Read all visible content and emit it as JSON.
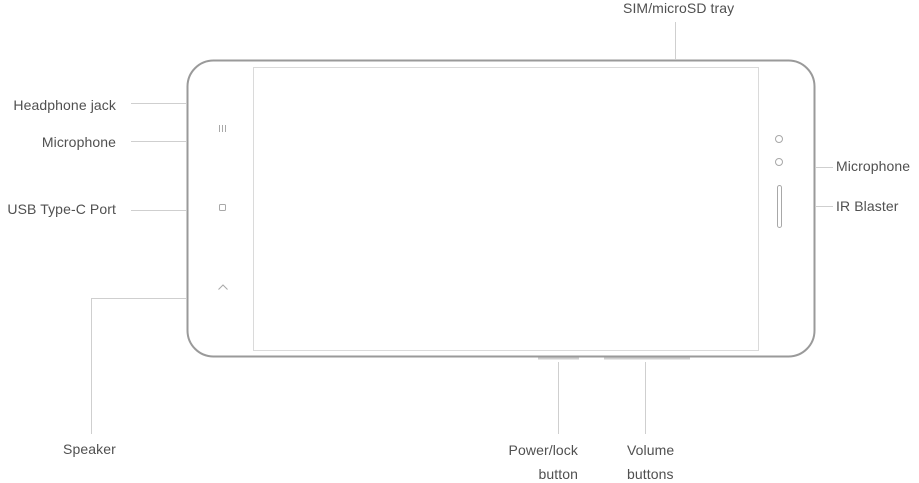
{
  "labels": {
    "sim_tray": "SIM/microSD tray",
    "headphone_jack": "Headphone jack",
    "microphone_left": "Microphone",
    "usb_port": "USB Type-C Port",
    "speaker": "Speaker",
    "microphone_right": "Microphone",
    "ir_blaster": "IR Blaster",
    "power_button_line1": "Power/lock",
    "power_button_line2": "button",
    "volume_line1": "Volume",
    "volume_line2": "buttons"
  },
  "colors": {
    "outline": "#9a9a9a",
    "screen": "#dadada",
    "leader": "#cfcfcf",
    "text": "#505050"
  }
}
